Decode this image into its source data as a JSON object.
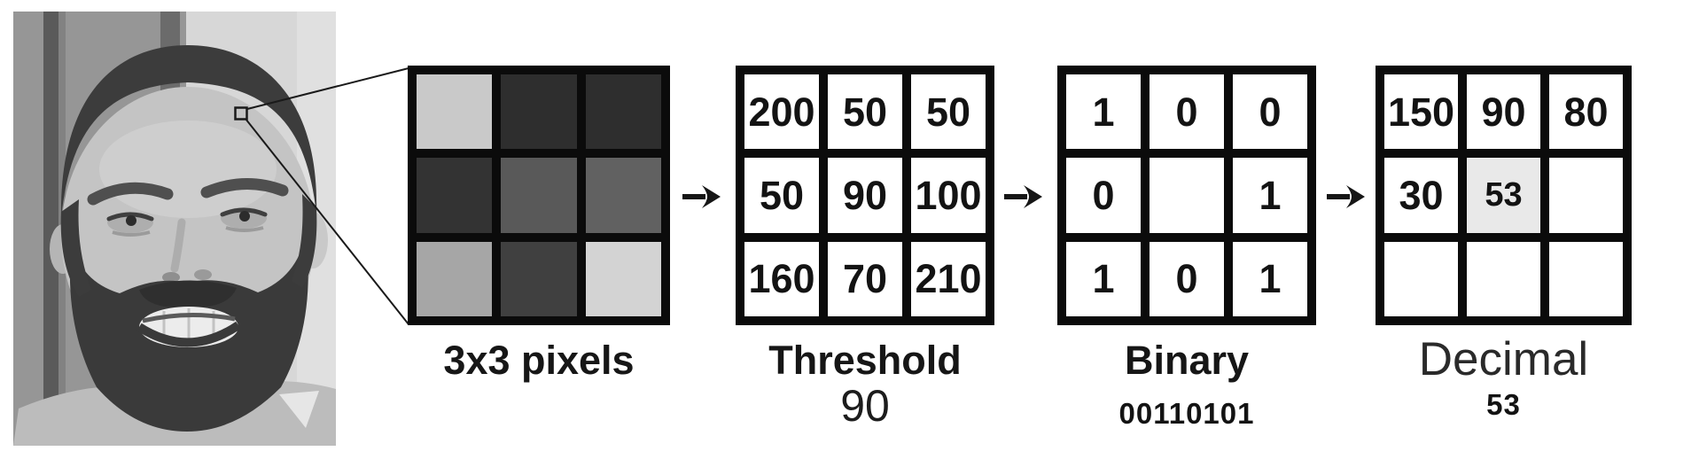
{
  "colors": {
    "grid_line": "#0b0b0b",
    "cell_bg": "#ffffff",
    "highlight_cell_bg": "#e9e9e9",
    "text": "#131313"
  },
  "photo": {
    "subject": "grayscale portrait of a smiling bearded man"
  },
  "stages": [
    {
      "name": "pixels",
      "label": "3x3 pixels",
      "shades": [
        [
          "#c9c9c9",
          "#2e2e2e",
          "#2e2e2e"
        ],
        [
          "#333333",
          "#595959",
          "#616161"
        ],
        [
          "#a6a6a6",
          "#404040",
          "#d3d3d3"
        ]
      ]
    },
    {
      "name": "threshold",
      "label": "Threshold",
      "sublabel": "90",
      "cells": [
        [
          "200",
          "50",
          "50"
        ],
        [
          "50",
          "90",
          "100"
        ],
        [
          "160",
          "70",
          "210"
        ]
      ]
    },
    {
      "name": "binary",
      "label": "Binary",
      "sublabel": "00110101",
      "cells": [
        [
          "1",
          "0",
          "0"
        ],
        [
          "0",
          "",
          "1"
        ],
        [
          "1",
          "0",
          "1"
        ]
      ]
    },
    {
      "name": "decimal",
      "label": "Decimal",
      "sublabel": "53",
      "cells": [
        [
          "150",
          "90",
          "80"
        ],
        [
          "30",
          "53",
          ""
        ],
        [
          "",
          "",
          ""
        ]
      ]
    }
  ]
}
